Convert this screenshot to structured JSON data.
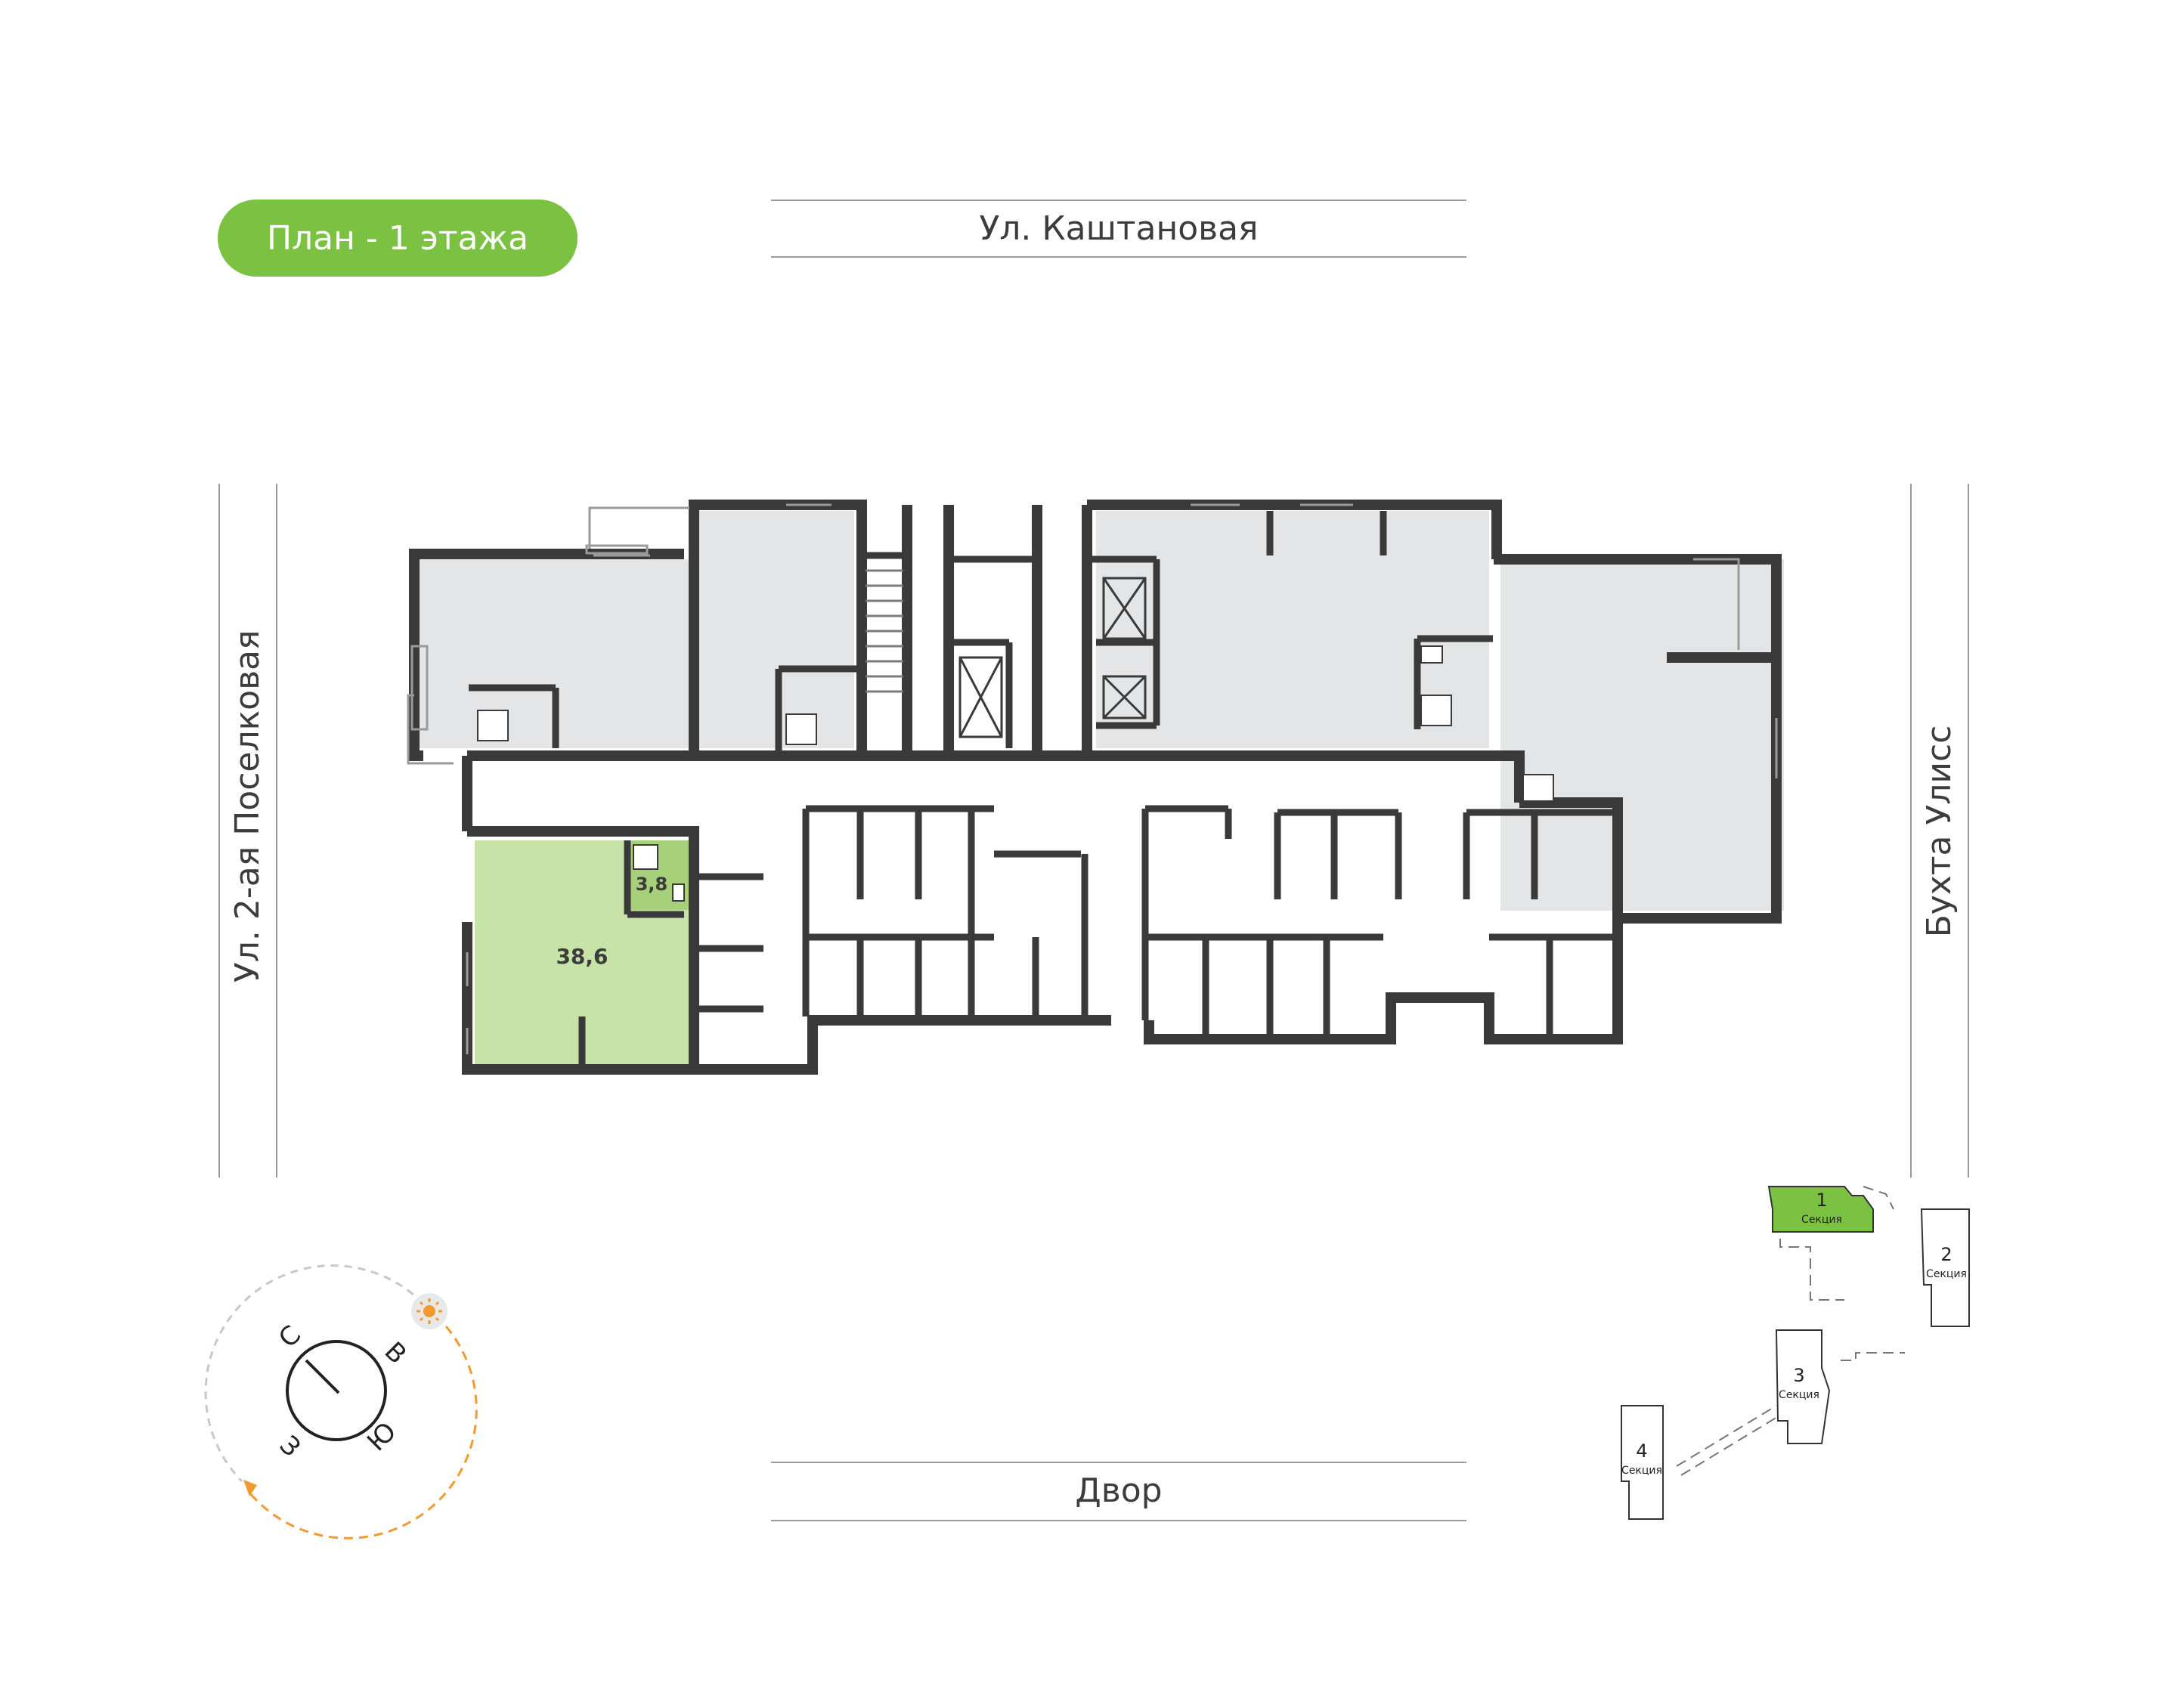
{
  "header": {
    "badge_label": "План - 1 этажа"
  },
  "streets": {
    "top": "Ул. Каштановая",
    "bottom": "Двор",
    "left": "Ул. 2-ая Поселковая",
    "right": "Бухта Улисс"
  },
  "apartment": {
    "main_area": "38,6",
    "bath_area": "3,8",
    "highlight_color": "#c8e3a8"
  },
  "compass": {
    "north": "С",
    "east": "В",
    "south": "Ю",
    "west": "З",
    "sun_icon": "sun-icon"
  },
  "sections_map": {
    "sections": [
      {
        "number": "1",
        "label": "Секция",
        "active": true
      },
      {
        "number": "2",
        "label": "Секция",
        "active": false
      },
      {
        "number": "3",
        "label": "Секция",
        "active": false
      },
      {
        "number": "4",
        "label": "Секция",
        "active": false
      }
    ]
  },
  "colors": {
    "accent": "#7cc242",
    "wall": "#3a3a3a",
    "room_fill": "#e4e5e7",
    "sun_path": "#f39a2e"
  }
}
